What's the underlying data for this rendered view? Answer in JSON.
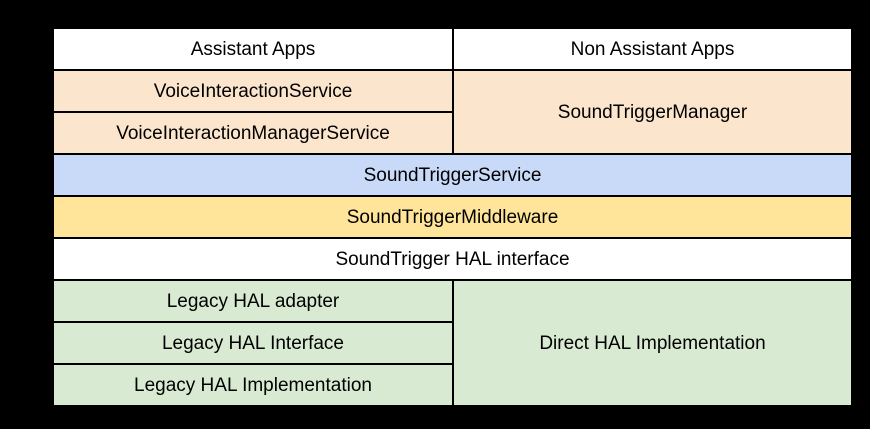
{
  "diagram": {
    "type": "layered-stack",
    "cells": {
      "assistant_apps": "Assistant Apps",
      "non_assistant_apps": "Non Assistant Apps",
      "voice_interaction_service": "VoiceInteractionService",
      "voice_interaction_manager_service": "VoiceInteractionManagerService",
      "sound_trigger_manager": "SoundTriggerManager",
      "sound_trigger_service": "SoundTriggerService",
      "sound_trigger_middleware": "SoundTriggerMiddleware",
      "sound_trigger_hal_interface": "SoundTrigger HAL interface",
      "legacy_hal_adapter": "Legacy HAL adapter",
      "legacy_hal_interface": "Legacy HAL Interface",
      "legacy_hal_implementation": "Legacy HAL Implementation",
      "direct_hal_implementation": "Direct HAL Implementation"
    },
    "colors": {
      "apps_layer": "#ffffff",
      "voice_interaction_layer": "#fce5cd",
      "service_layer": "#c9daf8",
      "middleware_layer": "#ffe599",
      "hal_interface_layer": "#ffffff",
      "hal_implementation_layer": "#d9ead3",
      "border": "#000000",
      "text": "#000000",
      "page_background": "#000000"
    }
  }
}
